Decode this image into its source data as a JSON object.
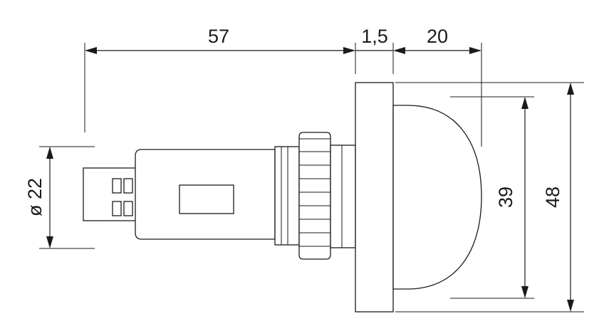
{
  "drawing": {
    "dimensions": {
      "body_length": "57",
      "flange_thickness": "1,5",
      "dome_depth": "20",
      "diameter": "ø 22",
      "dome_height": "39",
      "flange_height": "48"
    },
    "line_color": "#1a1a1a",
    "background": "#ffffff"
  }
}
